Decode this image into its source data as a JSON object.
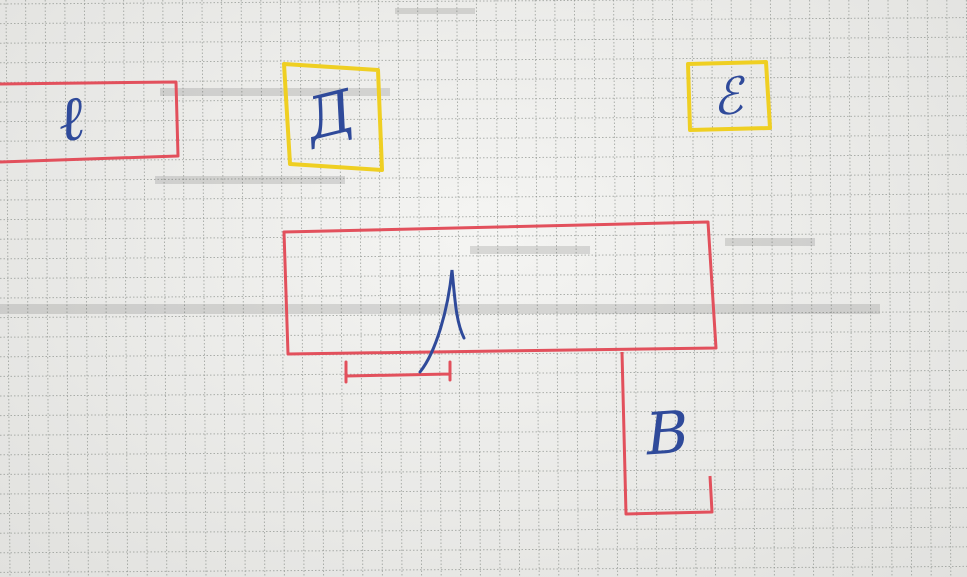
{
  "colors": {
    "paper": "#efefec",
    "grid": "#8f948f",
    "red_ink": "#e2505c",
    "yellow_marker": "#efcf22",
    "blue_ink": "#2f4a9a"
  },
  "figures": [
    {
      "id": "red-rect-left",
      "color": "red",
      "letter": "ℓ"
    },
    {
      "id": "yellow-box-mid",
      "color": "yellow",
      "letter": "Д"
    },
    {
      "id": "yellow-box-right",
      "color": "yellow",
      "letter": "ℰ"
    },
    {
      "id": "red-shape-main",
      "color": "red",
      "letter": "Λ"
    },
    {
      "id": "red-rect-tall",
      "color": "red",
      "letter": "В"
    }
  ]
}
